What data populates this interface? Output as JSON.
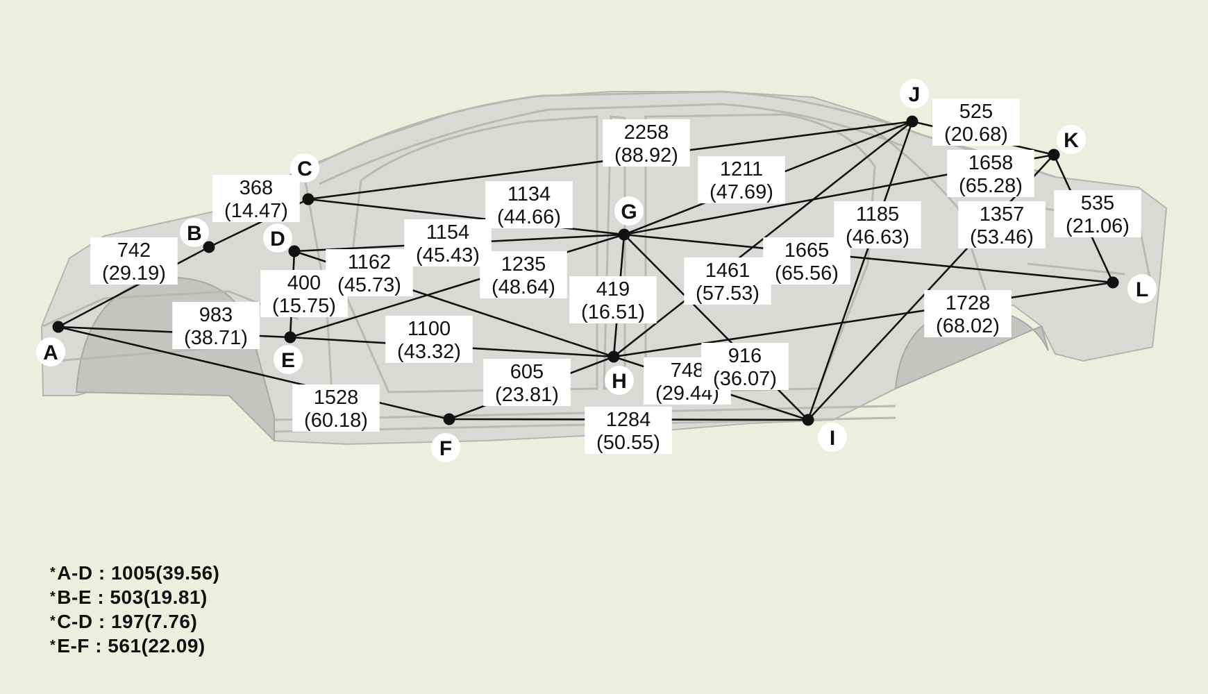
{
  "points": [
    {
      "id": "A",
      "label": "A"
    },
    {
      "id": "B",
      "label": "B"
    },
    {
      "id": "C",
      "label": "C"
    },
    {
      "id": "D",
      "label": "D"
    },
    {
      "id": "E",
      "label": "E"
    },
    {
      "id": "F",
      "label": "F"
    },
    {
      "id": "G",
      "label": "G"
    },
    {
      "id": "H",
      "label": "H"
    },
    {
      "id": "I",
      "label": "I"
    },
    {
      "id": "J",
      "label": "J"
    },
    {
      "id": "K",
      "label": "K"
    },
    {
      "id": "L",
      "label": "L"
    }
  ],
  "measurements": [
    {
      "from": "A",
      "to": "B",
      "mm": "742",
      "in": "(29.19)"
    },
    {
      "from": "B",
      "to": "C",
      "mm": "368",
      "in": "(14.47)"
    },
    {
      "from": "D",
      "to": "E",
      "mm": "400",
      "in": "(15.75)"
    },
    {
      "from": "A",
      "to": "E",
      "mm": "983",
      "in": "(38.71)"
    },
    {
      "from": "D",
      "to": "H",
      "mm": "1162",
      "in": "(45.73)"
    },
    {
      "from": "D",
      "to": "G",
      "mm": "1154",
      "in": "(45.43)"
    },
    {
      "from": "C",
      "to": "G",
      "mm": "1134",
      "in": "(44.66)"
    },
    {
      "from": "C",
      "to": "J",
      "mm": "2258",
      "in": "(88.92)"
    },
    {
      "from": "E",
      "to": "G",
      "mm": "1235",
      "in": "(48.64)"
    },
    {
      "from": "E",
      "to": "H",
      "mm": "1100",
      "in": "(43.32)"
    },
    {
      "from": "A",
      "to": "F",
      "mm": "1528",
      "in": "(60.18)"
    },
    {
      "from": "F",
      "to": "H",
      "mm": "605",
      "in": "(23.81)"
    },
    {
      "from": "F",
      "to": "I",
      "mm": "1284",
      "in": "(50.55)"
    },
    {
      "from": "G",
      "to": "H",
      "mm": "419",
      "in": "(16.51)"
    },
    {
      "from": "H",
      "to": "I",
      "mm": "748",
      "in": "(29.44)"
    },
    {
      "from": "G",
      "to": "I",
      "mm": "916",
      "in": "(36.07)"
    },
    {
      "from": "H",
      "to": "J",
      "mm": "1461",
      "in": "(57.53)"
    },
    {
      "from": "G",
      "to": "J",
      "mm": "1211",
      "in": "(47.69)"
    },
    {
      "from": "G",
      "to": "K",
      "mm": "1658",
      "in": "(65.28)"
    },
    {
      "from": "G",
      "to": "L",
      "mm": "1665",
      "in": "(65.56)"
    },
    {
      "from": "H",
      "to": "L",
      "mm": "1728",
      "in": "(68.02)"
    },
    {
      "from": "I",
      "to": "J",
      "mm": "1185",
      "in": "(46.63)"
    },
    {
      "from": "I",
      "to": "K",
      "mm": "1357",
      "in": "(53.46)"
    },
    {
      "from": "J",
      "to": "K",
      "mm": "525",
      "in": "(20.68)"
    },
    {
      "from": "K",
      "to": "L",
      "mm": "535",
      "in": "(21.06)"
    }
  ],
  "notes": [
    {
      "star": "*",
      "pair": "A-D",
      "sep": ":",
      "value": "1005(39.56)"
    },
    {
      "star": "*",
      "pair": "B-E",
      "sep": ":",
      "value": "503(19.81)"
    },
    {
      "star": "*",
      "pair": "C-D",
      "sep": ":",
      "value": "197(7.76)"
    },
    {
      "star": "*",
      "pair": "E-F",
      "sep": ":",
      "value": "561(22.09)"
    }
  ],
  "colors": {
    "background": "#eeeedf",
    "lines": "#111111",
    "label_box": "#ffffff",
    "body": "#d9d9d6"
  }
}
